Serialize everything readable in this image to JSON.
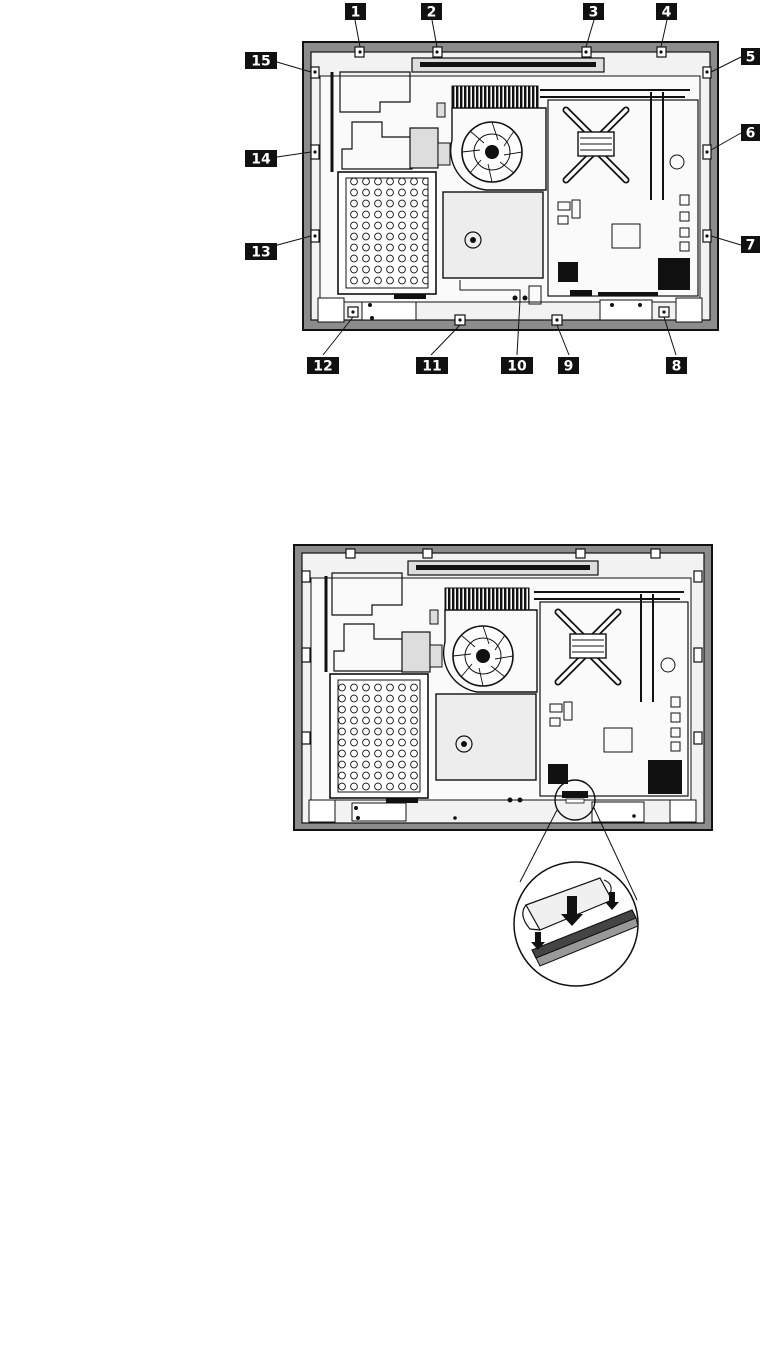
{
  "figure_1": {
    "callouts": [
      "1",
      "2",
      "3",
      "4",
      "5",
      "6",
      "7",
      "8",
      "9",
      "10",
      "11",
      "12",
      "13",
      "14",
      "15"
    ]
  },
  "figure_2": {
    "detail": "memory-module-installation"
  },
  "colors": {
    "bezel": "#8c8c8c",
    "chassis": "#f2f2f2",
    "line": "#111111",
    "callout_bg": "#111111",
    "callout_text": "#ffffff"
  }
}
